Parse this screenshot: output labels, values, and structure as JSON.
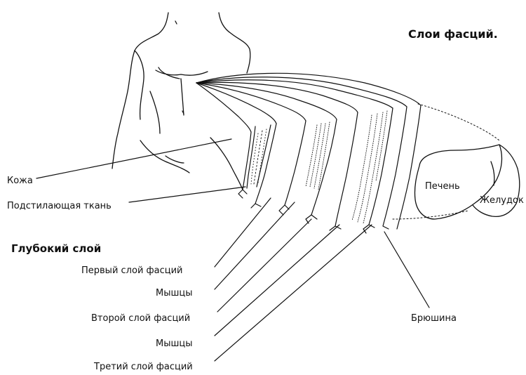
{
  "title": "Слои фасций.",
  "heading": "Глубокий слой",
  "labels": {
    "skin": "Кожа",
    "subcutaneous": "Подстилающая ткань",
    "fascia1": "Первый слой фасций",
    "muscles1": "Мышцы",
    "fascia2": "Вторoй слой фасций",
    "muscles2": "Мышцы",
    "fascia3": "Третий слой фасций",
    "peritoneum": "Брюшина",
    "liver": "Печень",
    "stomach": "Желудок"
  }
}
